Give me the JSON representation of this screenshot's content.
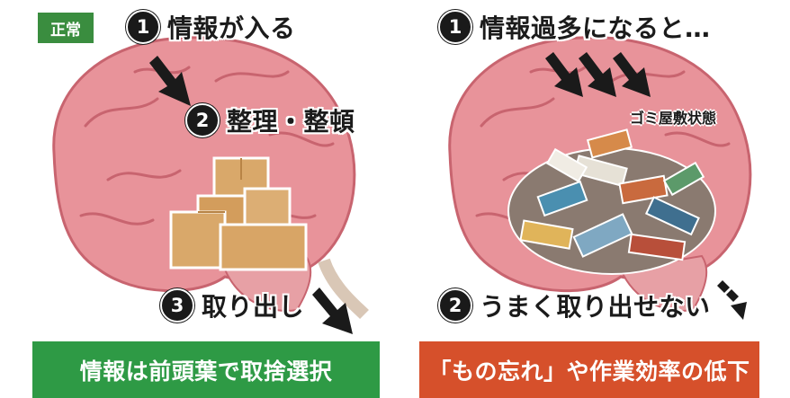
{
  "left": {
    "badge": "正常",
    "step1": {
      "num": "1",
      "text": "情報が入る"
    },
    "step2": {
      "num": "2",
      "text": "整理・整頓"
    },
    "step3": {
      "num": "3",
      "text": "取り出し"
    },
    "banner": "情報は前頭葉で取捨選択",
    "banner_color": "#2e9a45"
  },
  "right": {
    "step1": {
      "num": "1",
      "text": "情報過多になると…"
    },
    "label": "ゴミ屋敷状態",
    "step2": {
      "num": "2",
      "text": "うまく取り出せない"
    },
    "banner": "「もの忘れ」や作業効率の低下",
    "banner_color": "#d6502b"
  },
  "colors": {
    "brain": "#e8939a",
    "brain_dark": "#c8646f",
    "box": "#d9a86a",
    "badge": "#3a8d3f"
  }
}
